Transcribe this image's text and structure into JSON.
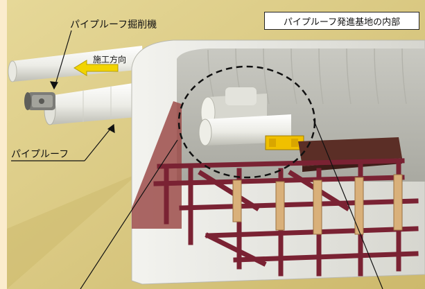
{
  "labels": {
    "title": "パイプルーフ発進基地の内部",
    "machine": "パイプルーフ掘削機",
    "direction": "施工方向",
    "pipe_roof": "パイプルーフ"
  },
  "colors": {
    "ground": "#d9c983",
    "arrow": "#f2d400",
    "steel_frame": "#7a2233",
    "tunnel_shell": "#e7e6e0",
    "pipe": "#f4f4ef"
  }
}
